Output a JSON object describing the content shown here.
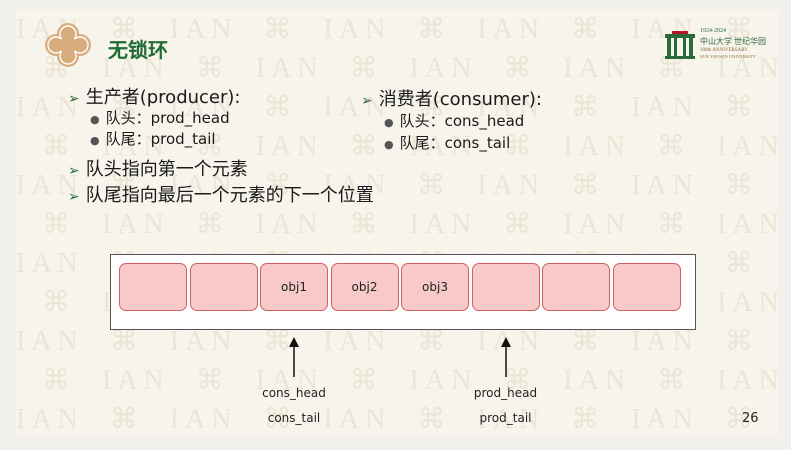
{
  "slide": {
    "title": "无锁环",
    "page_number": "26",
    "logo": {
      "years": "1924-2024",
      "name": "中山大学 世纪华园",
      "anniversary": "100th ANNIVERSARY",
      "university": "SUN YAT-SEN UNIVERSITY"
    },
    "producer": {
      "label": "生产者(producer):",
      "items": [
        "队头：prod_head",
        "队尾：prod_tail"
      ]
    },
    "consumer": {
      "label": "消费者(consumer):",
      "items": [
        "队头：cons_head",
        "队尾：cons_tail"
      ]
    },
    "bullets": [
      "队头指向第一个元素",
      "队尾指向最后一个元素的下一个位置"
    ]
  },
  "ring": {
    "cells": [
      "",
      "",
      "obj1",
      "obj2",
      "obj3",
      "",
      "",
      ""
    ],
    "pointers": [
      {
        "labels": [
          "cons_head",
          "cons_tail"
        ],
        "cell_index": 2
      },
      {
        "labels": [
          "prod_head",
          "prod_tail"
        ],
        "cell_index": 5
      }
    ]
  },
  "colors": {
    "title_green": "#1f6b33",
    "cell_fill": "#f8c9c9",
    "cell_border": "#d0605e",
    "icon_tan": "#d8ad7e"
  }
}
